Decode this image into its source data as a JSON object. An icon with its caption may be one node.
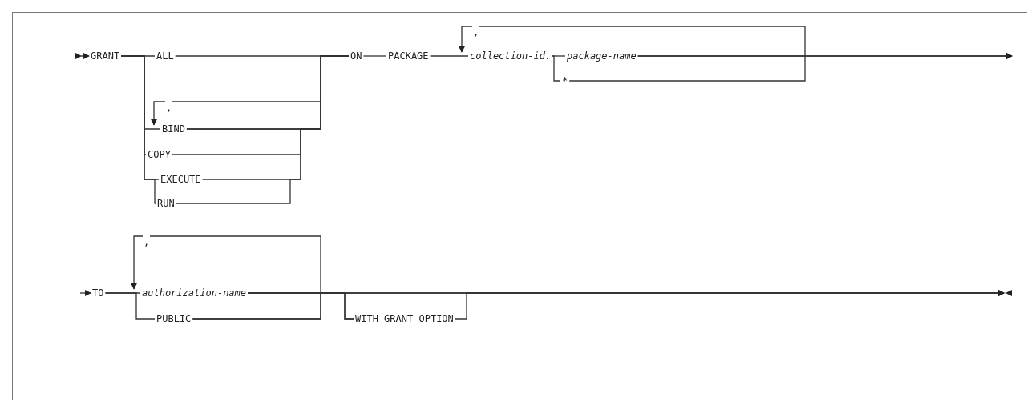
{
  "diagram": {
    "nodes": [
      {
        "text": [
          "GRANT"
        ]
      },
      {
        "text": [
          "ALL"
        ]
      },
      {
        "text": [
          ","
        ]
      },
      {
        "text": [
          "BIND"
        ]
      },
      {
        "text": [
          "COPY"
        ]
      },
      {
        "text": [
          "EXECUTE"
        ]
      },
      {
        "text": [
          "RUN"
        ]
      },
      {
        "text": [
          "ON"
        ]
      },
      {
        "text": [
          "PACKAGE"
        ]
      },
      {
        "text": [
          ","
        ]
      },
      {
        "text": [
          "collection-id."
        ]
      },
      {
        "text": [
          "package-name"
        ]
      },
      {
        "text": [
          "*"
        ]
      },
      {
        "text": [
          "TO"
        ]
      },
      {
        "text": [
          ","
        ]
      },
      {
        "text": [
          "authorization-name"
        ]
      },
      {
        "text": [
          "PUBLIC"
        ]
      },
      {
        "text": [
          "WITH GRANT OPTION"
        ]
      }
    ],
    "edges": [
      {
        "from": null,
        "to": 0,
        "arrow": "to"
      },
      {
        "from": 0,
        "to": 1,
        "arrow": "none"
      },
      {
        "from": 0,
        "to": 3,
        "arrow": "none"
      },
      {
        "from": 0,
        "to": 4,
        "arrow": "none"
      },
      {
        "from": 0,
        "to": 5,
        "arrow": "none"
      },
      {
        "from": 0,
        "to": 6,
        "arrow": "none"
      },
      {
        "from": 1,
        "to": 7,
        "arrow": "none"
      },
      {
        "from": 3,
        "to": 7,
        "arrow": "none"
      },
      {
        "from": 4,
        "to": 7,
        "arrow": "none"
      },
      {
        "from": 5,
        "to": 7,
        "arrow": "none"
      },
      {
        "from": 6,
        "to": 7,
        "arrow": "none"
      },
      {
        "from": 3,
        "to": 3,
        "arrow": "to"
      },
      {
        "from": 7,
        "to": 8,
        "arrow": "none"
      },
      {
        "from": 8,
        "to": 10,
        "arrow": "none"
      },
      {
        "from": 10,
        "to": 11,
        "arrow": "none"
      },
      {
        "from": 10,
        "to": 12,
        "arrow": "none"
      },
      {
        "from": 11,
        "to": 10,
        "arrow": "to"
      },
      {
        "from": 11,
        "to": null,
        "arrow": "to"
      },
      {
        "from": 12,
        "to": null,
        "arrow": "to"
      },
      {
        "from": null,
        "to": 13,
        "arrow": "to"
      },
      {
        "from": 13,
        "to": 15,
        "arrow": "none"
      },
      {
        "from": 13,
        "to": 16,
        "arrow": "none"
      },
      {
        "from": 15,
        "to": 15,
        "arrow": "to"
      },
      {
        "from": 15,
        "to": 17,
        "arrow": "none"
      },
      {
        "from": 16,
        "to": 17,
        "arrow": "none"
      },
      {
        "from": 15,
        "to": null,
        "arrow": "to"
      },
      {
        "from": 16,
        "to": null,
        "arrow": "to"
      },
      {
        "from": 17,
        "to": null,
        "arrow": "to"
      }
    ]
  }
}
